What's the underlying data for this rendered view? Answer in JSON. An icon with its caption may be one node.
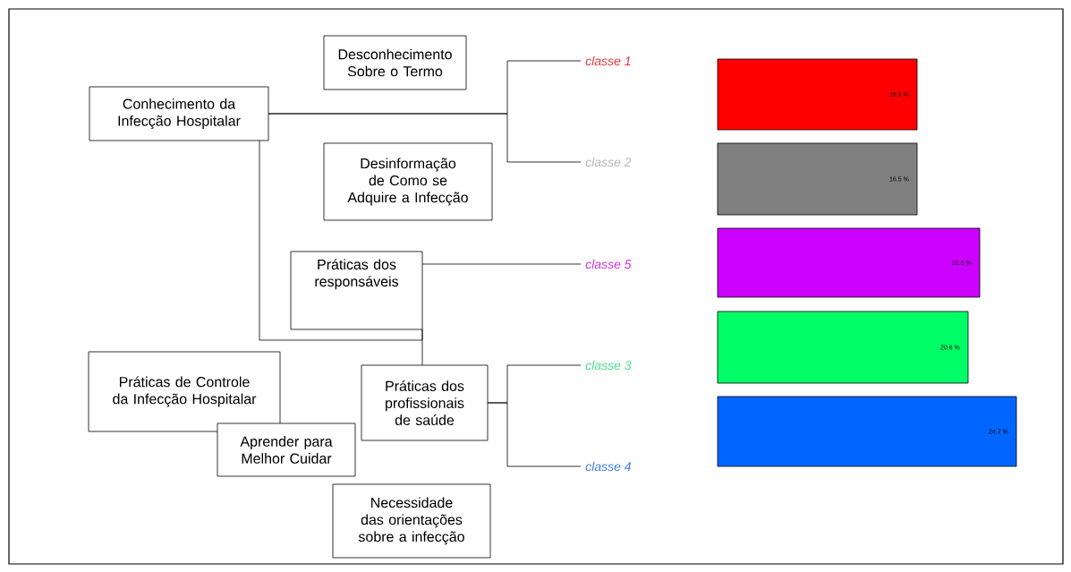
{
  "diagram": {
    "nodes": [
      {
        "text": [
          "Desconhecimento Sobre o Termo"
        ]
      },
      {
        "text": [
          "classe 1"
        ]
      },
      {
        "text": [
          "Conhecimento da Infecção Hospitalar"
        ]
      },
      {
        "text": [
          "Desinformação de Como se Adquire a Infecção"
        ]
      },
      {
        "text": [
          "classe 2"
        ]
      },
      {
        "text": [
          "Práticas dos responsáveis"
        ]
      },
      {
        "text": [
          "classe 5"
        ]
      },
      {
        "text": [
          "Práticas de Controle da Infecção Hospitalar"
        ]
      },
      {
        "text": [
          "Práticas dos profissionais de saúde"
        ]
      },
      {
        "text": [
          "classe 3"
        ]
      },
      {
        "text": [
          "Aprender para Melhor Cuidar"
        ]
      },
      {
        "text": [
          "classe 4"
        ]
      },
      {
        "text": [
          "Necessidade das orientações sobre a infecção"
        ]
      },
      {
        "text": [
          "16.5 %"
        ]
      },
      {
        "text": [
          "16.5 %"
        ]
      },
      {
        "text": [
          "21.6 %"
        ]
      },
      {
        "text": [
          "20.6 %"
        ]
      },
      {
        "text": [
          "24.7 %"
        ]
      }
    ],
    "edges": [
      {
        "from": 2,
        "to": 1,
        "arrow": "none"
      },
      {
        "from": 2,
        "to": 4,
        "arrow": "none"
      },
      {
        "from": 2,
        "to": 5,
        "arrow": "none"
      },
      {
        "from": 5,
        "to": 6,
        "arrow": "none"
      },
      {
        "from": 5,
        "to": 8,
        "arrow": "none"
      },
      {
        "from": 8,
        "to": 9,
        "arrow": "none"
      },
      {
        "from": 8,
        "to": 11,
        "arrow": "none"
      }
    ]
  }
}
